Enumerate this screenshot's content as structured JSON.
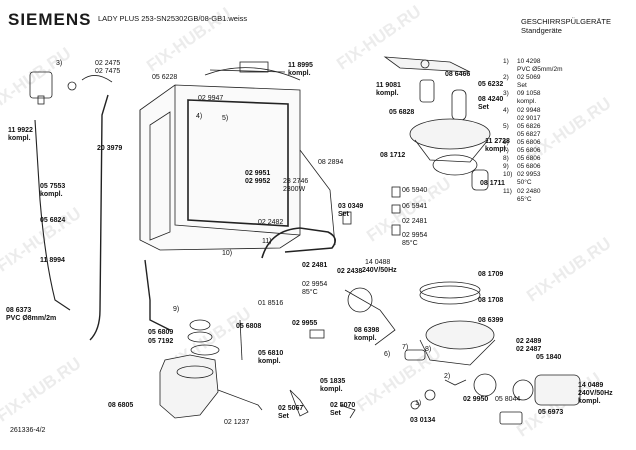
{
  "header": {
    "brand": "SIEMENS",
    "model": "LADY PLUS 253-SN25302GB/08-GB1.weiss",
    "category_line1": "GESCHIRRSPÜLGERÄTE",
    "category_line2": "Standgeräte"
  },
  "document_number": "261336-4/2",
  "watermark": "FIX-HUB.RU",
  "legend": [
    {
      "num": "1)",
      "lines": [
        "10 4298",
        "PVC Ø5mm/2m"
      ]
    },
    {
      "num": "2)",
      "lines": [
        "02 5069",
        "Set"
      ]
    },
    {
      "num": "3)",
      "lines": [
        "09 1058",
        "kompl."
      ]
    },
    {
      "num": "4)",
      "lines": [
        "02 9948",
        "02 9017"
      ]
    },
    {
      "num": "5)",
      "lines": [
        "05 6826",
        "05 6827"
      ]
    },
    {
      "num": "6)",
      "lines": [
        "05 6806"
      ]
    },
    {
      "num": "7)",
      "lines": [
        "05 6806"
      ]
    },
    {
      "num": "8)",
      "lines": [
        "05 6806"
      ]
    },
    {
      "num": "9)",
      "lines": [
        "05 6806"
      ]
    },
    {
      "num": "10)",
      "lines": [
        "02 9953",
        "50°C"
      ]
    },
    {
      "num": "11)",
      "lines": [
        "02 2480",
        "65°C"
      ]
    }
  ],
  "labels": [
    {
      "text": "3)",
      "b": false
    },
    {
      "text": "02 2475",
      "b": false
    },
    {
      "text": "02 7475",
      "b": false
    },
    {
      "text": "05 6228",
      "b": false
    },
    {
      "text": "11 8995",
      "b": true
    },
    {
      "text": "kompl.",
      "b": true
    },
    {
      "text": "02 9947",
      "b": false
    },
    {
      "text": "11 9922",
      "b": true
    },
    {
      "text": "kompl.",
      "b": true
    },
    {
      "text": "4)",
      "b": false
    },
    {
      "text": "5)",
      "b": false
    },
    {
      "text": "20 3979",
      "b": true
    },
    {
      "text": "02 9951",
      "b": true
    },
    {
      "text": "02 9952",
      "b": true
    },
    {
      "text": "08 2894",
      "b": false
    },
    {
      "text": "05 7553",
      "b": true
    },
    {
      "text": "kompl.",
      "b": true
    },
    {
      "text": "28 2746",
      "b": false
    },
    {
      "text": "2300W",
      "b": false
    },
    {
      "text": "05 6824",
      "b": true
    },
    {
      "text": "02 2482",
      "b": false
    },
    {
      "text": "03 0349",
      "b": true
    },
    {
      "text": "Set",
      "b": true
    },
    {
      "text": "11 8994",
      "b": true
    },
    {
      "text": "10)",
      "b": false
    },
    {
      "text": "11)",
      "b": false
    },
    {
      "text": "02 2481",
      "b": true
    },
    {
      "text": "02 2438",
      "b": true
    },
    {
      "text": "08 6373",
      "b": true
    },
    {
      "text": "PVC Ø8mm/2m",
      "b": true
    },
    {
      "text": "02 9954",
      "b": false
    },
    {
      "text": "85°C",
      "b": false
    },
    {
      "text": "01 8516",
      "b": false
    },
    {
      "text": "9)",
      "b": false
    },
    {
      "text": "05 6809",
      "b": true
    },
    {
      "text": "05 6808",
      "b": true
    },
    {
      "text": "05 7192",
      "b": true
    },
    {
      "text": "02 9955",
      "b": true
    },
    {
      "text": "05 6810",
      "b": true
    },
    {
      "text": "kompl.",
      "b": true
    },
    {
      "text": "08 6805",
      "b": true
    },
    {
      "text": "02 1237",
      "b": false
    },
    {
      "text": "05 1835",
      "b": true
    },
    {
      "text": "kompl.",
      "b": true
    },
    {
      "text": "02 5067",
      "b": true
    },
    {
      "text": "Set",
      "b": true
    },
    {
      "text": "02 5070",
      "b": true
    },
    {
      "text": "Set",
      "b": true
    },
    {
      "text": "08 6466",
      "b": true
    },
    {
      "text": "05 6232",
      "b": true
    },
    {
      "text": "11 9081",
      "b": true
    },
    {
      "text": "kompl.",
      "b": true
    },
    {
      "text": "08 4240",
      "b": true
    },
    {
      "text": "Set",
      "b": true
    },
    {
      "text": "05 6828",
      "b": true
    },
    {
      "text": "11 2728",
      "b": true
    },
    {
      "text": "kompl.",
      "b": true
    },
    {
      "text": "08 1712",
      "b": true
    },
    {
      "text": "08 1711",
      "b": true
    },
    {
      "text": "06 5940",
      "b": false
    },
    {
      "text": "06 5941",
      "b": false
    },
    {
      "text": "02 2481",
      "b": false
    },
    {
      "text": "02 9954",
      "b": false
    },
    {
      "text": "85°C",
      "b": false
    },
    {
      "text": "14 0488",
      "b": false
    },
    {
      "text": "240V/50Hz",
      "b": true
    },
    {
      "text": "08 1709",
      "b": true
    },
    {
      "text": "08 1708",
      "b": true
    },
    {
      "text": "08 6398",
      "b": true
    },
    {
      "text": "kompl.",
      "b": true
    },
    {
      "text": "08 6399",
      "b": true
    },
    {
      "text": "6)",
      "b": false
    },
    {
      "text": "7)",
      "b": false
    },
    {
      "text": "8)",
      "b": false
    },
    {
      "text": "02 2489",
      "b": true
    },
    {
      "text": "02 2487",
      "b": true
    },
    {
      "text": "05 1840",
      "b": true
    },
    {
      "text": "02 9950",
      "b": true
    },
    {
      "text": "05 8044",
      "b": false
    },
    {
      "text": "14 0489",
      "b": true
    },
    {
      "text": "240V/50Hz",
      "b": true
    },
    {
      "text": "kompl.",
      "b": true
    },
    {
      "text": "2)",
      "b": false
    },
    {
      "text": "03 0134",
      "b": true
    },
    {
      "text": "05 6973",
      "b": true
    },
    {
      "text": "1)",
      "b": false
    }
  ]
}
